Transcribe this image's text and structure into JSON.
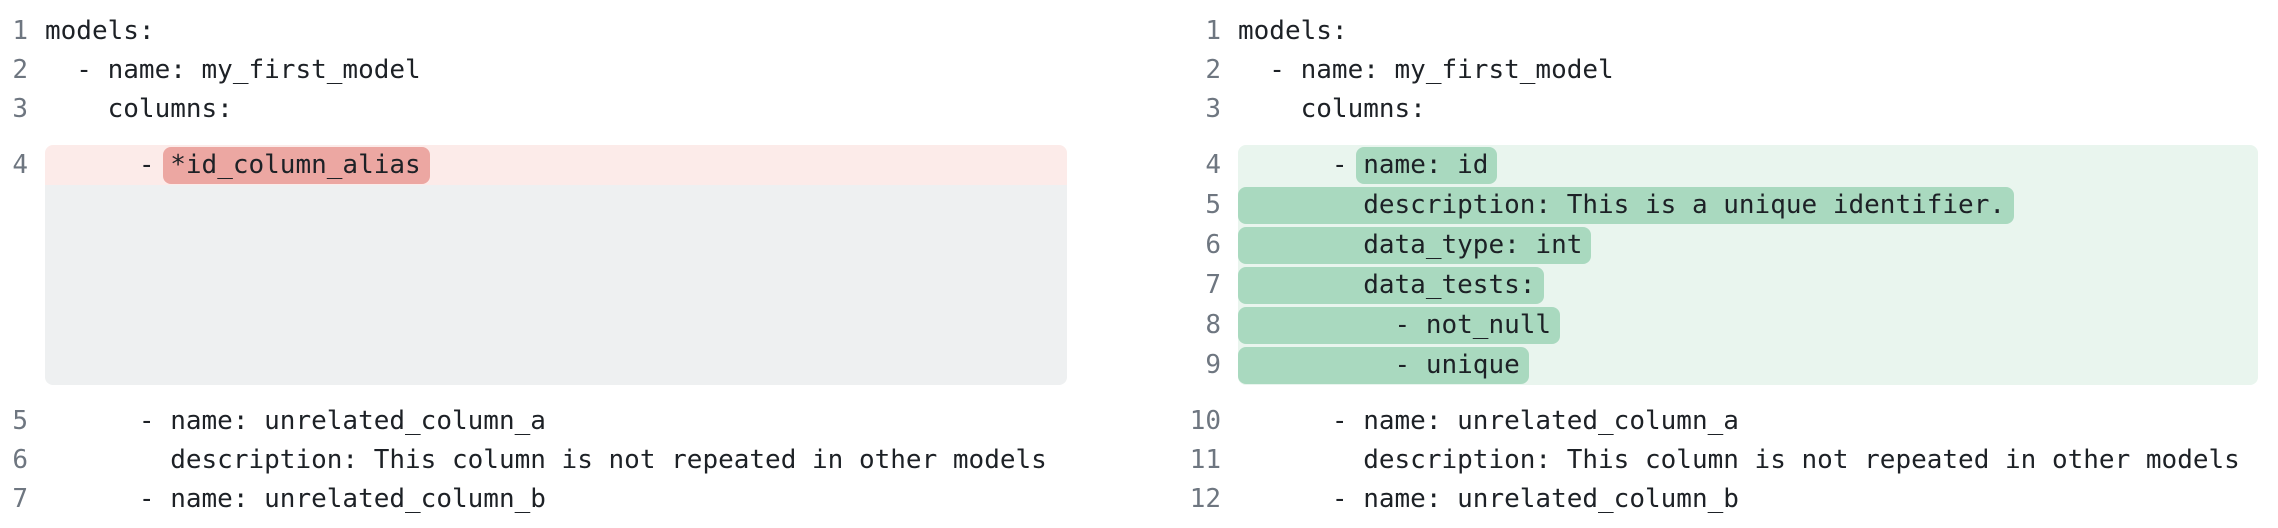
{
  "colors": {
    "page_bg": "#ffffff",
    "code_text": "#1d2126",
    "line_number": "#6e7680",
    "removed_line_bg": "#fcebe9",
    "removed_token_bg": "#eca7a2",
    "collapsed_block_bg": "#eef0f1",
    "added_line_bg": "#e9f5ee",
    "added_token_bg": "#a9d9bf"
  },
  "panels": [
    {
      "id": "before",
      "lines": [
        {
          "num": "1",
          "kind": "plain",
          "segments": [
            {
              "text": "models:"
            }
          ]
        },
        {
          "num": "2",
          "kind": "plain",
          "segments": [
            {
              "text": "  - name: my_first_model"
            }
          ]
        },
        {
          "num": "3",
          "kind": "plain",
          "segments": [
            {
              "text": "    columns:"
            }
          ]
        },
        {
          "num": "4",
          "kind": "removed",
          "segments": [
            {
              "text": "      - "
            },
            {
              "text": "*id_column_alias",
              "token": "inline"
            }
          ]
        },
        {
          "kind": "spacer",
          "segments": []
        },
        {
          "num": "5",
          "kind": "plain",
          "segments": [
            {
              "text": "      - name: unrelated_column_a"
            }
          ]
        },
        {
          "num": "6",
          "kind": "plain",
          "segments": [
            {
              "text": "        description: This column is not repeated in other models"
            }
          ]
        },
        {
          "num": "7",
          "kind": "plain",
          "segments": [
            {
              "text": "      - name: unrelated_column_b"
            }
          ]
        }
      ]
    },
    {
      "id": "after",
      "lines": [
        {
          "num": "1",
          "kind": "plain",
          "segments": [
            {
              "text": "models:"
            }
          ]
        },
        {
          "num": "2",
          "kind": "plain",
          "segments": [
            {
              "text": "  - name: my_first_model"
            }
          ]
        },
        {
          "num": "3",
          "kind": "plain",
          "segments": [
            {
              "text": "    columns:"
            }
          ]
        },
        {
          "num": "4",
          "kind": "added",
          "segments": [
            {
              "text": "      - "
            },
            {
              "text": "name: id",
              "token": "inline"
            }
          ]
        },
        {
          "num": "5",
          "kind": "added",
          "segments": [
            {
              "text": "        description: This is a unique identifier.",
              "token": "block"
            }
          ]
        },
        {
          "num": "6",
          "kind": "added",
          "segments": [
            {
              "text": "        data_type: int",
              "token": "block"
            }
          ]
        },
        {
          "num": "7",
          "kind": "added",
          "segments": [
            {
              "text": "        data_tests:",
              "token": "block"
            }
          ]
        },
        {
          "num": "8",
          "kind": "added",
          "segments": [
            {
              "text": "          - not_null",
              "token": "block"
            }
          ]
        },
        {
          "num": "9",
          "kind": "added",
          "segments": [
            {
              "text": "          - unique",
              "token": "block"
            }
          ]
        },
        {
          "num": "10",
          "kind": "plain",
          "segments": [
            {
              "text": "      - name: unrelated_column_a"
            }
          ]
        },
        {
          "num": "11",
          "kind": "plain",
          "segments": [
            {
              "text": "        description: This column is not repeated in other models"
            }
          ]
        },
        {
          "num": "12",
          "kind": "plain",
          "segments": [
            {
              "text": "      - name: unrelated_column_b"
            }
          ]
        }
      ]
    }
  ]
}
